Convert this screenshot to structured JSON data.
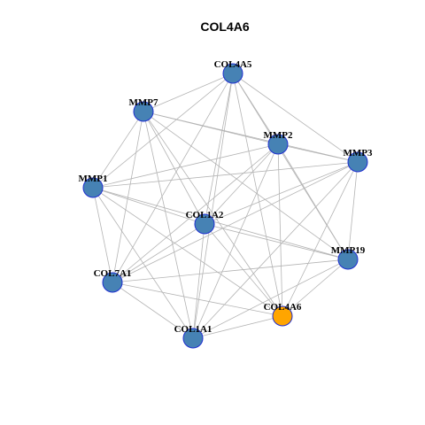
{
  "title": "COL4A6",
  "colors": {
    "node_default": "#4682b4",
    "node_highlight": "#ffa500",
    "node_border": "#1f2fd0",
    "edge": "#b4b4b4"
  },
  "nodes": [
    {
      "id": "COL4A5",
      "label": "COL4A5",
      "highlight": false
    },
    {
      "id": "MMP7",
      "label": "MMP7",
      "highlight": false
    },
    {
      "id": "MMP2",
      "label": "MMP2",
      "highlight": false
    },
    {
      "id": "MMP3",
      "label": "MMP3",
      "highlight": false
    },
    {
      "id": "MMP1",
      "label": "MMP1",
      "highlight": false
    },
    {
      "id": "COL1A2",
      "label": "COL1A2",
      "highlight": false
    },
    {
      "id": "MMP19",
      "label": "MMP19",
      "highlight": false
    },
    {
      "id": "COL7A1",
      "label": "COL7A1",
      "highlight": false
    },
    {
      "id": "COL4A6",
      "label": "COL4A6",
      "highlight": true
    },
    {
      "id": "COL1A1",
      "label": "COL1A1",
      "highlight": false
    }
  ],
  "edges": [
    [
      "COL4A5",
      "MMP7"
    ],
    [
      "COL4A5",
      "MMP2"
    ],
    [
      "COL4A5",
      "MMP3"
    ],
    [
      "COL4A5",
      "MMP1"
    ],
    [
      "COL4A5",
      "COL1A2"
    ],
    [
      "COL4A5",
      "MMP19"
    ],
    [
      "COL4A5",
      "COL7A1"
    ],
    [
      "COL4A5",
      "COL4A6"
    ],
    [
      "COL4A5",
      "COL1A1"
    ],
    [
      "MMP7",
      "MMP2"
    ],
    [
      "MMP7",
      "MMP3"
    ],
    [
      "MMP7",
      "MMP1"
    ],
    [
      "MMP7",
      "COL1A2"
    ],
    [
      "MMP7",
      "MMP19"
    ],
    [
      "MMP7",
      "COL7A1"
    ],
    [
      "MMP7",
      "COL4A6"
    ],
    [
      "MMP7",
      "COL1A1"
    ],
    [
      "MMP2",
      "MMP3"
    ],
    [
      "MMP2",
      "MMP1"
    ],
    [
      "MMP2",
      "COL1A2"
    ],
    [
      "MMP2",
      "MMP19"
    ],
    [
      "MMP2",
      "COL7A1"
    ],
    [
      "MMP2",
      "COL4A6"
    ],
    [
      "MMP2",
      "COL1A1"
    ],
    [
      "MMP3",
      "MMP1"
    ],
    [
      "MMP3",
      "COL1A2"
    ],
    [
      "MMP3",
      "MMP19"
    ],
    [
      "MMP3",
      "COL7A1"
    ],
    [
      "MMP3",
      "COL4A6"
    ],
    [
      "MMP3",
      "COL1A1"
    ],
    [
      "MMP1",
      "COL1A2"
    ],
    [
      "MMP1",
      "MMP19"
    ],
    [
      "MMP1",
      "COL7A1"
    ],
    [
      "MMP1",
      "COL4A6"
    ],
    [
      "MMP1",
      "COL1A1"
    ],
    [
      "COL1A2",
      "MMP19"
    ],
    [
      "COL1A2",
      "COL7A1"
    ],
    [
      "COL1A2",
      "COL4A6"
    ],
    [
      "COL1A2",
      "COL1A1"
    ],
    [
      "MMP19",
      "COL7A1"
    ],
    [
      "MMP19",
      "COL4A6"
    ],
    [
      "MMP19",
      "COL1A1"
    ],
    [
      "COL7A1",
      "COL4A6"
    ],
    [
      "COL7A1",
      "COL1A1"
    ],
    [
      "COL4A6",
      "COL1A1"
    ]
  ]
}
